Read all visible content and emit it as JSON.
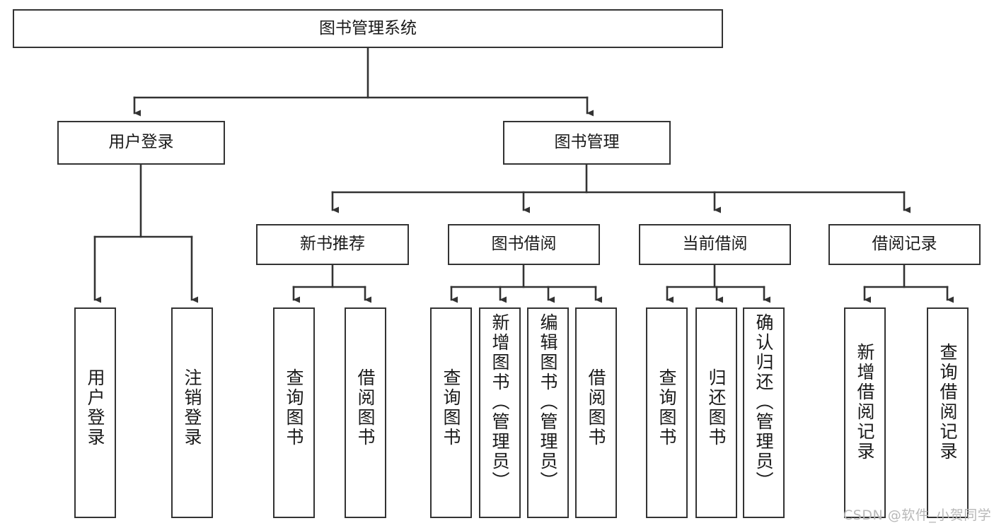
{
  "diagram": {
    "title": "图书管理系统",
    "type": "tree-hierarchy-diagram",
    "colors": {
      "box_border": "#333333",
      "box_fill": "#ffffff",
      "connector": "#333333",
      "text": "#1a1a1a",
      "watermark": "#b8b8b8",
      "background": "#ffffff"
    },
    "levels": {
      "root": {
        "label": "图书管理系统"
      },
      "level2": [
        {
          "id": "user-login",
          "label": "用户登录"
        },
        {
          "id": "book-management",
          "label": "图书管理"
        }
      ],
      "level3": [
        {
          "id": "new-book-recommend",
          "label": "新书推荐"
        },
        {
          "id": "book-borrow",
          "label": "图书借阅"
        },
        {
          "id": "current-borrow",
          "label": "当前借阅"
        },
        {
          "id": "borrow-record",
          "label": "借阅记录"
        }
      ],
      "leaves": {
        "user_login": [
          {
            "id": "leaf-user-login",
            "label": "用户登录"
          },
          {
            "id": "leaf-logout-login",
            "label": "注销登录"
          }
        ],
        "new_book_recommend": [
          {
            "id": "leaf-query-book-1",
            "label": "查询图书"
          },
          {
            "id": "leaf-borrow-book-1",
            "label": "借阅图书"
          }
        ],
        "book_borrow": [
          {
            "id": "leaf-query-book-2",
            "label": "查询图书"
          },
          {
            "id": "leaf-add-book-admin",
            "label": "新增图书（管理员）"
          },
          {
            "id": "leaf-edit-book-admin",
            "label": "编辑图书（管理员）"
          },
          {
            "id": "leaf-borrow-book-2",
            "label": "借阅图书"
          }
        ],
        "current_borrow": [
          {
            "id": "leaf-query-book-3",
            "label": "查询图书"
          },
          {
            "id": "leaf-return-book",
            "label": "归还图书"
          },
          {
            "id": "leaf-confirm-return-admin",
            "label": "确认归还（管理员）"
          }
        ],
        "borrow_record": [
          {
            "id": "leaf-add-borrow-record",
            "label": "新增借阅记录"
          },
          {
            "id": "leaf-query-borrow-record",
            "label": "查询借阅记录"
          }
        ]
      }
    },
    "watermark": "CSDN @软件_小贺同学"
  }
}
